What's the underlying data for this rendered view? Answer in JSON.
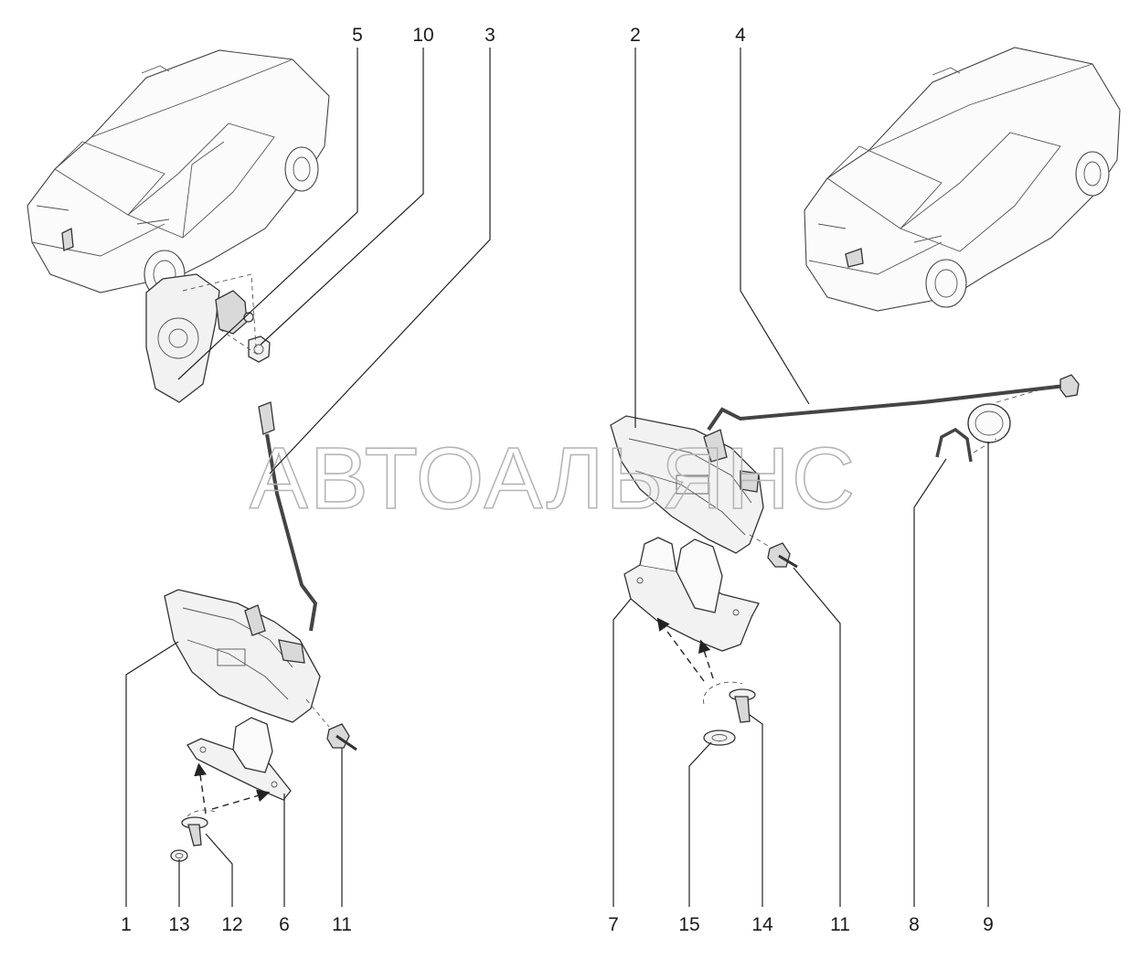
{
  "watermark": "АВТОАЛЬЯНС",
  "callouts": {
    "top": [
      "5",
      "10",
      "3",
      "2",
      "4"
    ],
    "bottom": [
      "1",
      "13",
      "12",
      "6",
      "11",
      "7",
      "15",
      "14",
      "11",
      "8",
      "9"
    ]
  }
}
